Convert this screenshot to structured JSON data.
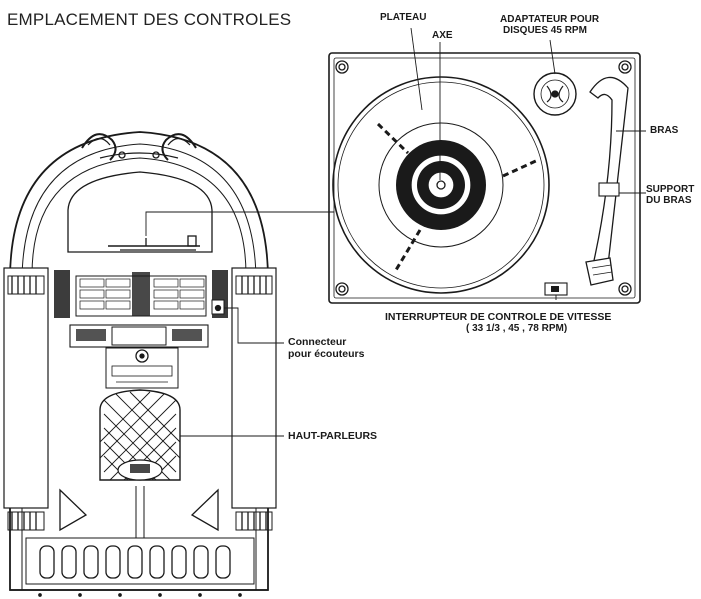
{
  "title": "EMPLACEMENT DES CONTROLES",
  "labels": {
    "plateau": "PLATEAU",
    "axe": "AXE",
    "adapter_line1": "ADAPTATEUR POUR",
    "adapter_line2": "DISQUES 45  RPM",
    "bras": "BRAS",
    "support_line1": "SUPPORT",
    "support_line2": "DU BRAS",
    "speed_line1": "INTERRUPTEUR DE CONTROLE DE VITESSE",
    "speed_line2": "( 33 1/3 , 45 , 78 RPM)",
    "headphone_line1": "Connecteur",
    "headphone_line2": "pour écouteurs",
    "speakers": "HAUT-PARLEURS"
  },
  "colors": {
    "ink": "#1a1a1a",
    "paper": "#ffffff"
  }
}
